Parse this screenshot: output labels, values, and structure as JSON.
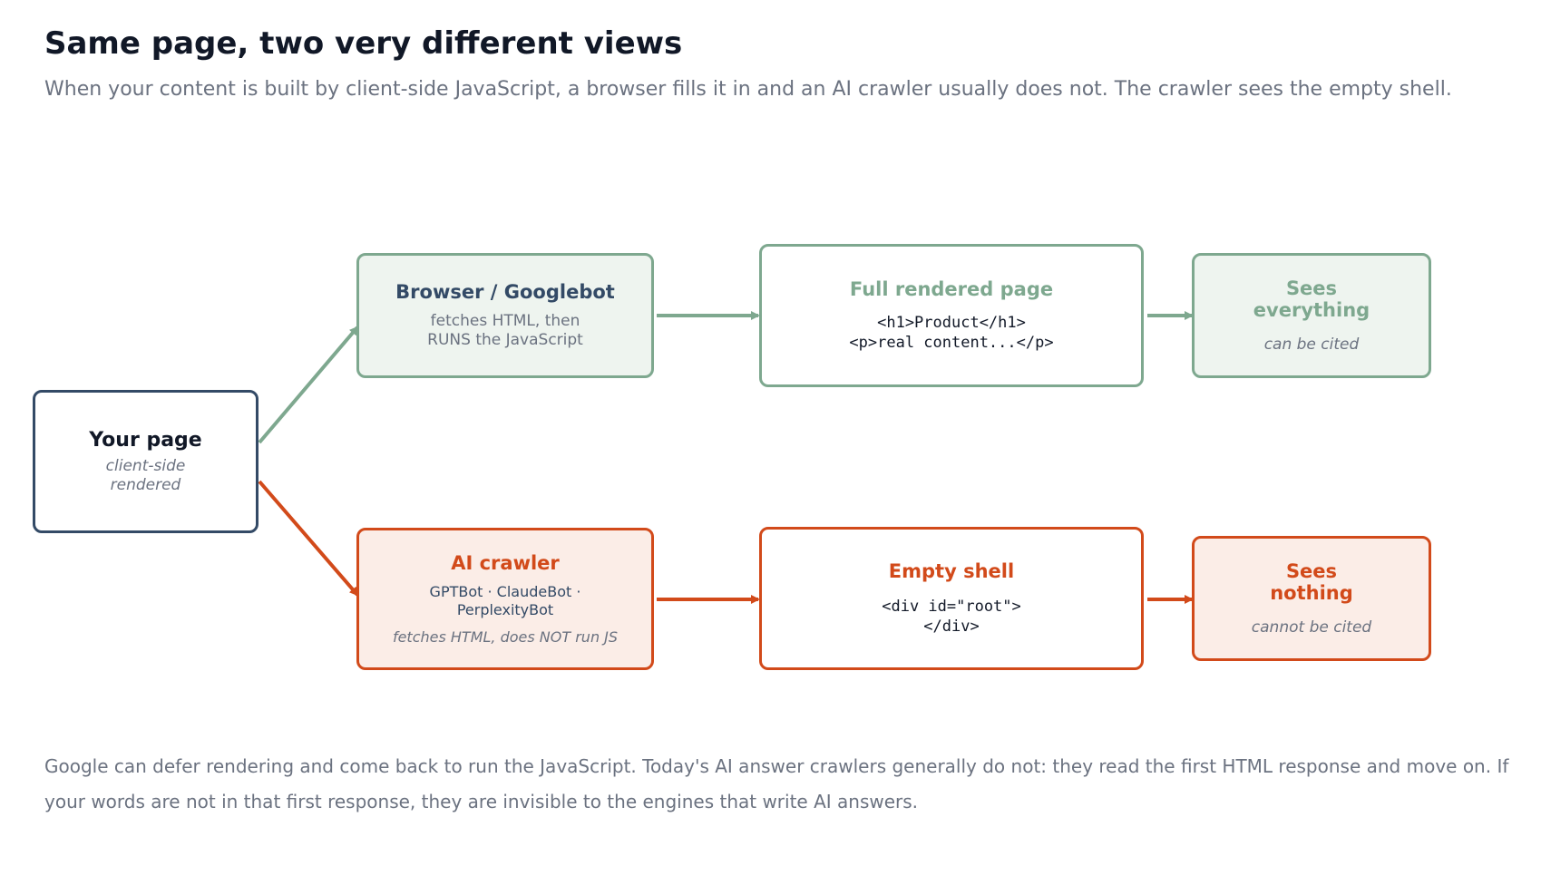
{
  "header": {
    "title": "Same page, two very different views",
    "subtitle": "When your content is built by client-side JavaScript, a browser fills it in and an AI crawler usually does not. The crawler sees the empty shell."
  },
  "diagram": {
    "source": {
      "title": "Your page",
      "note_line1": "client-side",
      "note_line2": "rendered"
    },
    "browser": {
      "title": "Browser / Googlebot",
      "desc_line1": "fetches HTML, then",
      "desc_line2": "RUNS the JavaScript"
    },
    "rendered": {
      "title": "Full rendered page",
      "code_line1": "<h1>Product</h1>",
      "code_line2": "<p>real content...</p>"
    },
    "sees_all": {
      "title_line1": "Sees",
      "title_line2": "everything",
      "note": "can be cited"
    },
    "crawler": {
      "title": "AI crawler",
      "bots_line1": "GPTBot · ClaudeBot ·",
      "bots_line2": "PerplexityBot",
      "note": "fetches HTML, does NOT run JS"
    },
    "shell": {
      "title": "Empty shell",
      "code_line1": "<div id=\"root\">",
      "code_line2": "</div>"
    },
    "sees_none": {
      "title_line1": "Sees",
      "title_line2": "nothing",
      "note": "cannot be cited"
    },
    "colors": {
      "green": "#7ea88f",
      "orange": "#d24a1a",
      "navy": "#334a66"
    }
  },
  "footer": {
    "text": "Google can defer rendering and come back to run the JavaScript. Today's AI answer crawlers generally do not: they read the first HTML response and move on. If your words are not in that first response, they are invisible to the engines that write AI answers."
  }
}
